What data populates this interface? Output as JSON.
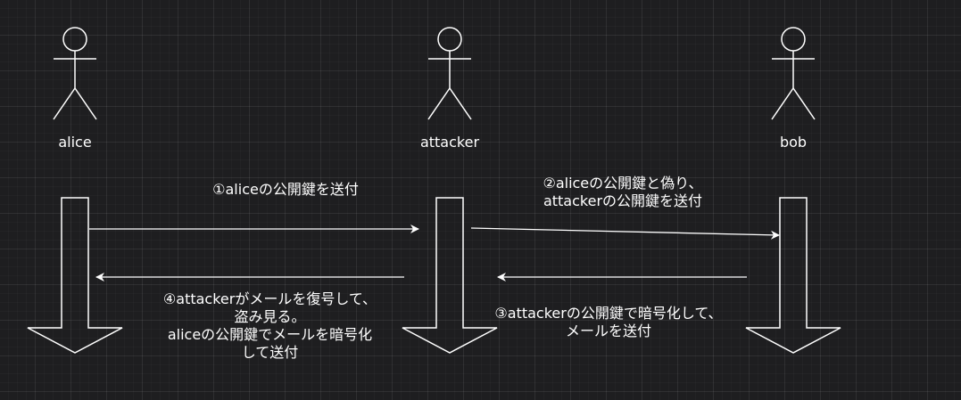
{
  "colors": {
    "background": "#1e1e20",
    "stroke": "#ffffff",
    "text": "#ffffff"
  },
  "actors": {
    "alice": "alice",
    "attacker": "attacker",
    "bob": "bob"
  },
  "messages": {
    "m1": [
      "①aliceの公開鍵を送付"
    ],
    "m2": [
      "②aliceの公開鍵と偽り、",
      "attackerの公開鍵を送付"
    ],
    "m3": [
      "③attackerの公開鍵で暗号化して、",
      "メールを送付"
    ],
    "m4": [
      "④attackerがメールを復号して、",
      "盗み見る。",
      "aliceの公開鍵でメールを暗号化",
      "して送付"
    ]
  }
}
